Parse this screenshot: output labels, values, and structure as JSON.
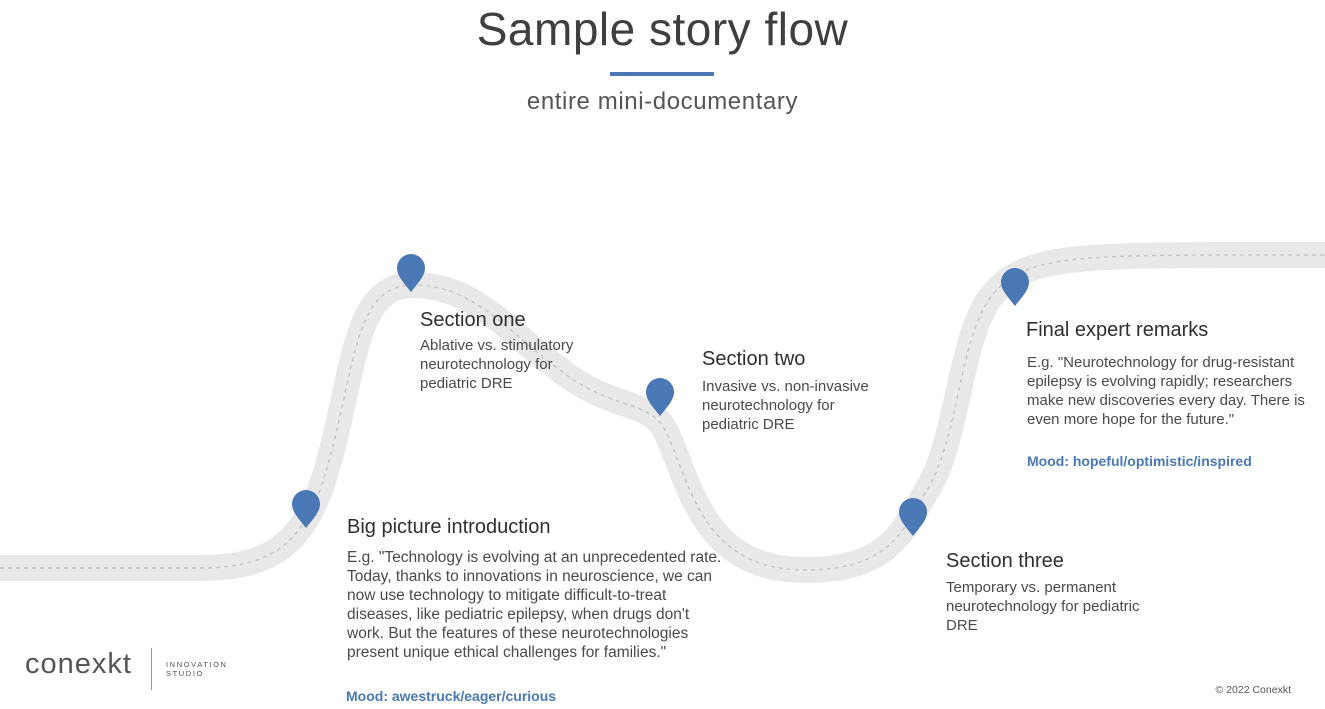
{
  "header": {
    "title": "Sample story flow",
    "subtitle": "entire mini-documentary"
  },
  "colors": {
    "accent": "#4a78b5",
    "road": "#e8e8e8",
    "road_dash": "#c4c4c4"
  },
  "icons": [
    "location-pin-icon"
  ],
  "sections": [
    {
      "id": "intro",
      "title": "Big picture introduction",
      "body": "E.g. \"Technology  is evolving at an unprecedented rate. Today, thanks to innovations in neuroscience, we can now use technology to mitigate difficult-to-treat diseases, like pediatric epilepsy, when drugs don't work. But the features of these neurotechnologies present unique ethical challenges for families.\"",
      "mood": "Mood: awestruck/eager/curious"
    },
    {
      "id": "one",
      "title": "Section one",
      "body": "Ablative vs. stimulatory neurotechnology for pediatric DRE"
    },
    {
      "id": "two",
      "title": "Section two",
      "body": "Invasive vs. non-invasive neurotechnology for pediatric DRE"
    },
    {
      "id": "three",
      "title": "Section three",
      "body": "Temporary vs. permanent neurotechnology for pediatric DRE"
    },
    {
      "id": "final",
      "title": "Final expert remarks",
      "body": "E.g. \"Neurotechnology for drug-resistant epilepsy is evolving rapidly; researchers make new discoveries every day. There is even more hope for the future.\"",
      "mood": "Mood: hopeful/optimistic/inspired"
    }
  ],
  "footer": {
    "logo_text": "conexkt",
    "logo_subtext": "INNOVATION STUDIO",
    "copyright": "© 2022 Conexkt"
  }
}
